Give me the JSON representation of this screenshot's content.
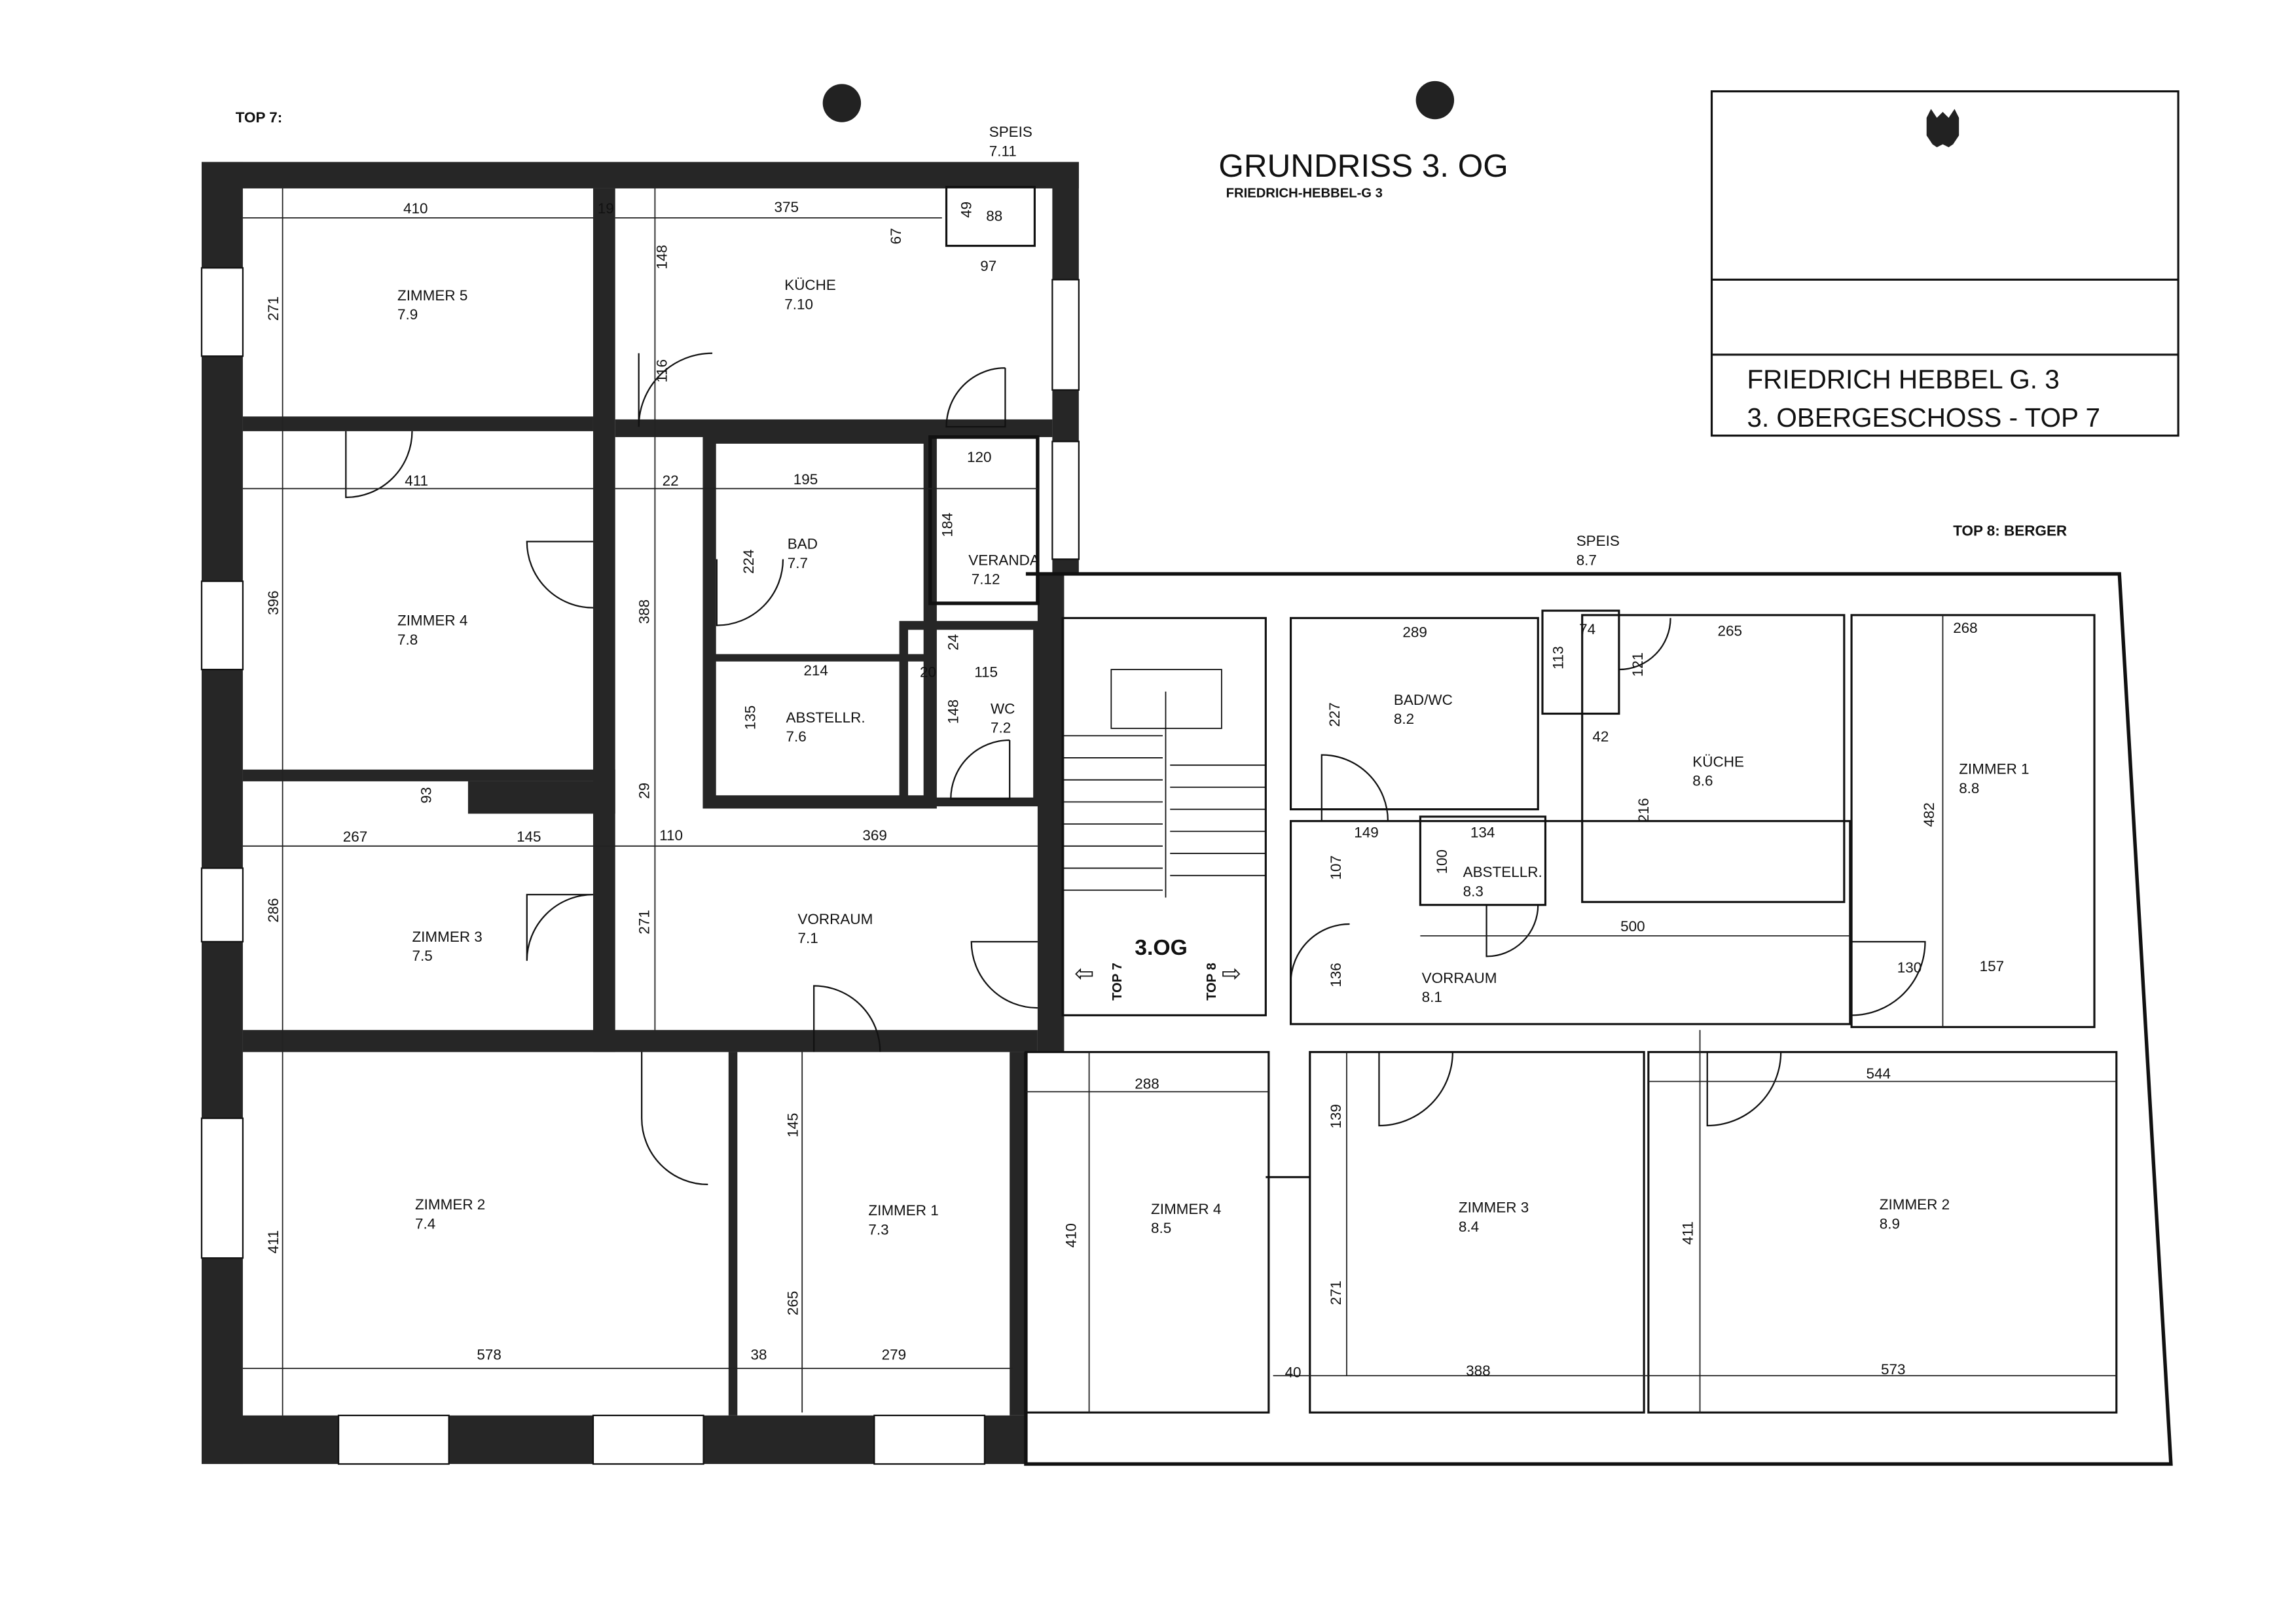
{
  "header": {
    "top7_label": "TOP 7:",
    "top8_label": "TOP 8: BERGER",
    "title": "GRUNDRISS 3. OG",
    "subtitle": "FRIEDRICH-HEBBEL-G 3"
  },
  "title_block": {
    "line1": "FRIEDRICH HEBBEL G. 3",
    "line2": "3. OBERGESCHOSS - TOP 7",
    "emblem": "eagle-coat-of-arms"
  },
  "staircase": {
    "floor": "3.OG",
    "left": "TOP 7",
    "right": "TOP 8"
  },
  "rooms": [
    {
      "name": "ZIMMER 5",
      "no": "7.9"
    },
    {
      "name": "KÜCHE",
      "no": "7.10"
    },
    {
      "name": "SPEIS",
      "no": "7.11"
    },
    {
      "name": "ZIMMER 4",
      "no": "7.8"
    },
    {
      "name": "BAD",
      "no": "7.7"
    },
    {
      "name": "VERANDA",
      "no": "7.12"
    },
    {
      "name": "ABSTELLR.",
      "no": "7.6"
    },
    {
      "name": "WC",
      "no": "7.2"
    },
    {
      "name": "ZIMMER 3",
      "no": "7.5"
    },
    {
      "name": "VORRAUM",
      "no": "7.1"
    },
    {
      "name": "ZIMMER 2",
      "no": "7.4"
    },
    {
      "name": "ZIMMER 1",
      "no": "7.3"
    },
    {
      "name": "SPEIS",
      "no": "8.7"
    },
    {
      "name": "BAD/WC",
      "no": "8.2"
    },
    {
      "name": "KÜCHE",
      "no": "8.6"
    },
    {
      "name": "ZIMMER 1",
      "no": "8.8"
    },
    {
      "name": "ABSTELLR.",
      "no": "8.3"
    },
    {
      "name": "VORRAUM",
      "no": "8.1"
    },
    {
      "name": "ZIMMER 4",
      "no": "8.5"
    },
    {
      "name": "ZIMMER 3",
      "no": "8.4"
    },
    {
      "name": "ZIMMER 2",
      "no": "8.9"
    }
  ],
  "dims": [
    "410",
    "19",
    "375",
    "67",
    "49",
    "88",
    "97",
    "271",
    "148",
    "116",
    "411",
    "22",
    "195",
    "120",
    "184",
    "396",
    "388",
    "224",
    "214",
    "24",
    "20",
    "115",
    "135",
    "148",
    "93",
    "29",
    "267",
    "145",
    "110",
    "369",
    "286",
    "271",
    "145",
    "411",
    "578",
    "38",
    "279",
    "265",
    "288",
    "410",
    "139",
    "271",
    "40",
    "388",
    "411",
    "544",
    "573",
    "289",
    "74",
    "113",
    "121",
    "265",
    "268",
    "227",
    "42",
    "216",
    "482",
    "149",
    "134",
    "100",
    "107",
    "500",
    "136",
    "130",
    "157"
  ]
}
